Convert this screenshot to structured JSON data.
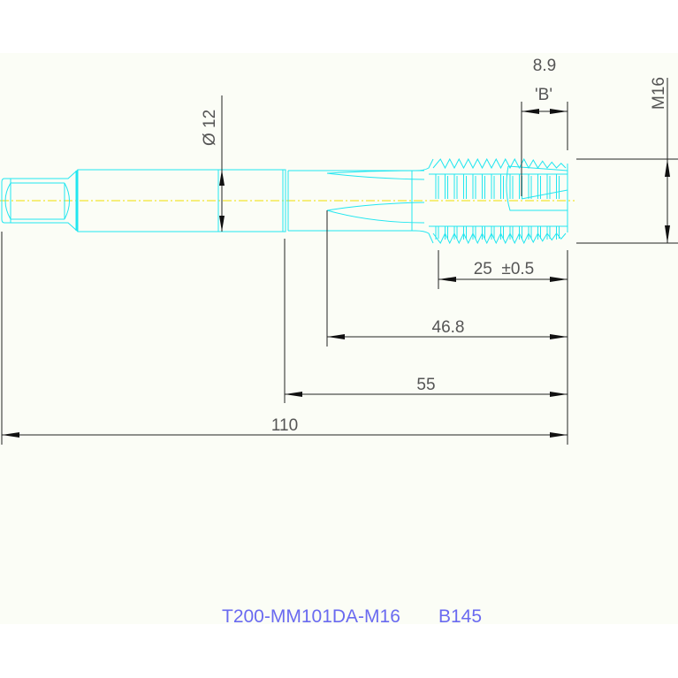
{
  "drawing": {
    "part_number": "T200-MM101DA-M16",
    "code": "B145",
    "dimensions": {
      "shank_diameter": "Ø 12",
      "chamfer_length": "8.9",
      "chamfer_form": "'B'",
      "thread_size": "M16",
      "thread_length": "25  ±0.5",
      "flute_length": "46.8",
      "neck_length": "55",
      "overall_length": "110"
    }
  },
  "colors": {
    "outline": "#22e6f0",
    "centerline": "#f0e000",
    "dimension": "#222222",
    "title": "#6a6af0",
    "background": "#fbfdf6"
  }
}
